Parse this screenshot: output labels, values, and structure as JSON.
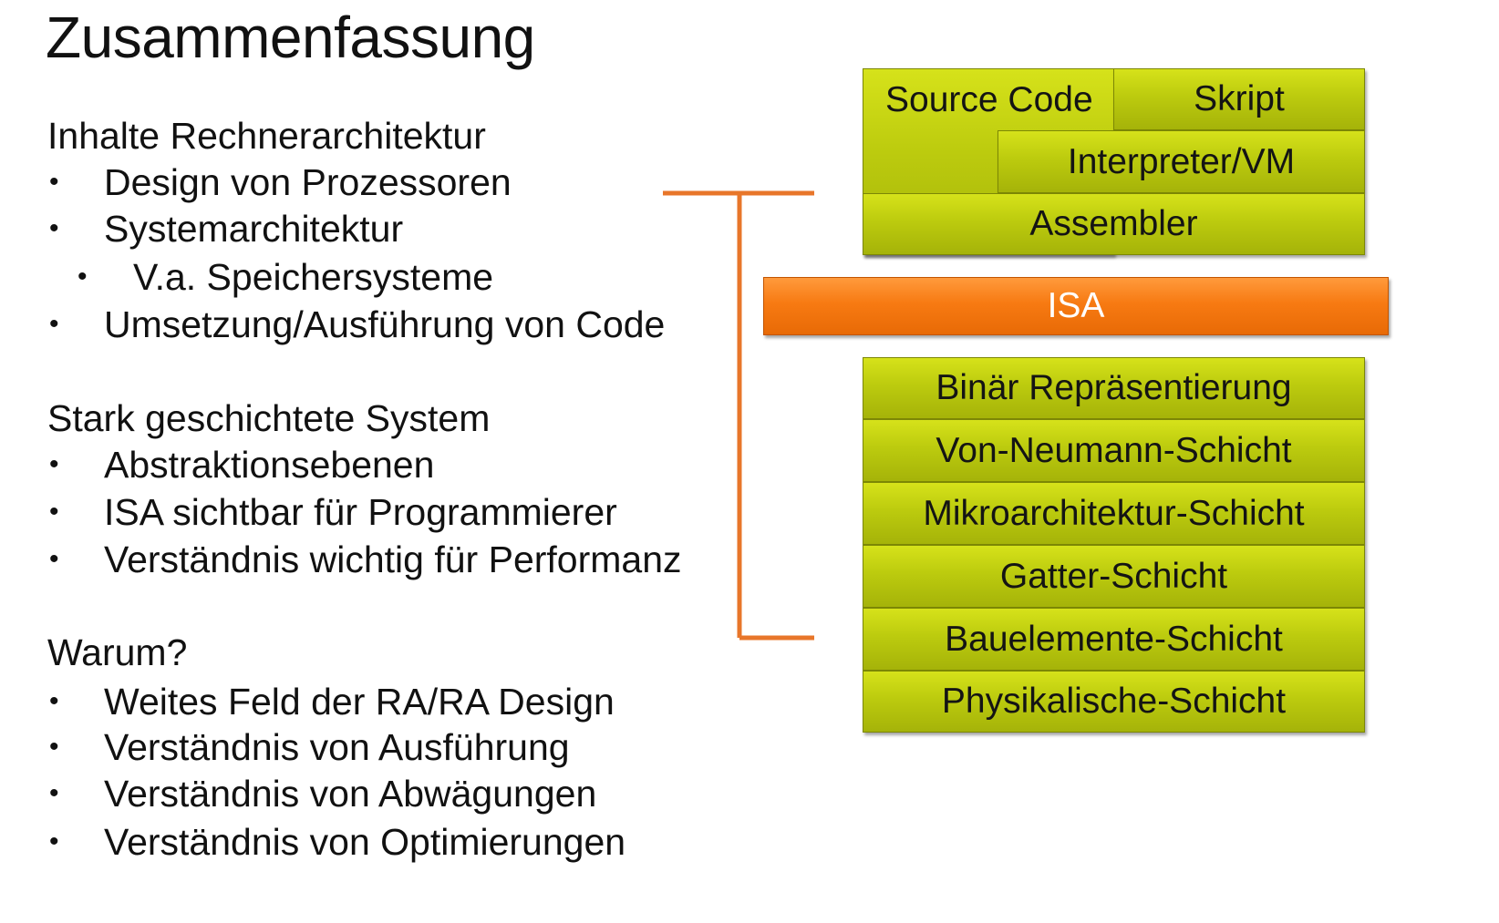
{
  "title": "Zusammenfassung",
  "sections": [
    {
      "heading": "Inhalte Rechnerarchitektur",
      "bullets": [
        {
          "text": "Design von Prozessoren",
          "level": 1
        },
        {
          "text": "Systemarchitektur",
          "level": 1
        },
        {
          "text": "V.a. Speichersysteme",
          "level": 2
        },
        {
          "text": "Umsetzung/Ausführung von Code",
          "level": 1
        }
      ]
    },
    {
      "heading": "Stark geschichtete System",
      "bullets": [
        {
          "text": "Abstraktionsebenen",
          "level": 1
        },
        {
          "text": "ISA sichtbar für Programmierer",
          "level": 1
        },
        {
          "text": "Verständnis wichtig für Performanz",
          "level": 1
        }
      ]
    },
    {
      "heading": "Warum?",
      "bullets": [
        {
          "text": "Weites Feld der RA/RA Design",
          "level": 1
        },
        {
          "text": "Verständnis von Ausführung",
          "level": 1
        },
        {
          "text": "Verständnis von Abwägungen",
          "level": 1
        },
        {
          "text": "Verständnis von Optimierungen",
          "level": 1
        }
      ]
    }
  ],
  "bullet_symbol": "•",
  "diagram": {
    "upper_layers": {
      "source_code": "Source Code",
      "skript": "Skript",
      "interpreter": "Interpreter/VM",
      "assembler": "Assembler"
    },
    "isa": "ISA",
    "lower_layers": [
      "Binär Repräsentierung",
      "Von-Neumann-Schicht",
      "Mikroarchitektur-Schicht",
      "Gatter-Schicht",
      "Bauelemente-Schicht",
      "Physikalische-Schicht"
    ],
    "colors": {
      "layer": "#bccb0e",
      "isa": "#f77a12",
      "bracket": "#e8762a"
    }
  }
}
